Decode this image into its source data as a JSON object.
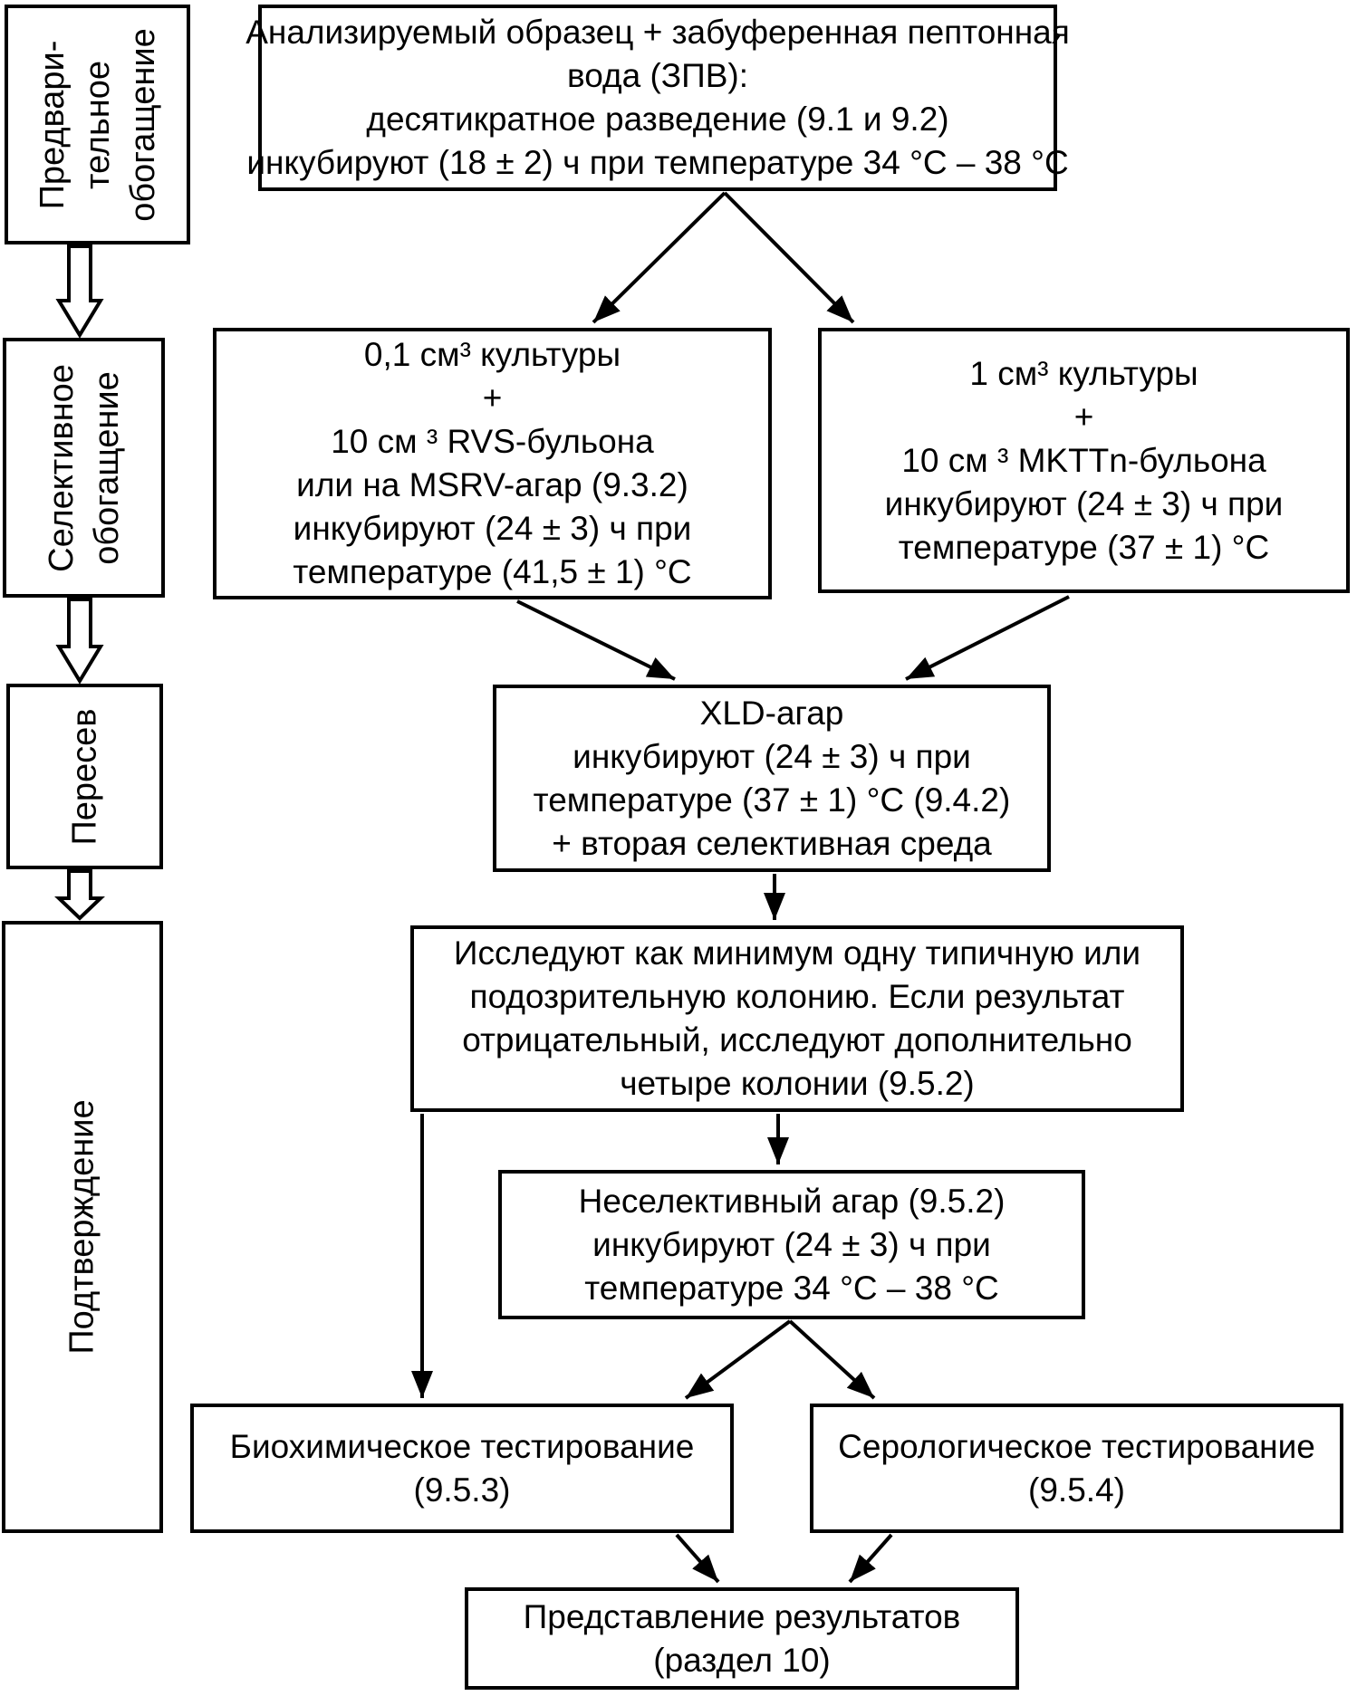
{
  "diagram": {
    "title_semantic": "Salmonella detection procedure flowchart",
    "colors": {
      "line": "#000000",
      "background": "#ffffff",
      "text": "#000000"
    },
    "stages": {
      "pre_enrichment": {
        "lines": [
          "Предвари-",
          "тельное",
          "обогащение"
        ]
      },
      "selective_enrichment": {
        "lines": [
          "Селективное",
          "обогащение"
        ]
      },
      "subculture": {
        "lines": [
          "Пересев"
        ]
      },
      "confirmation": {
        "lines": [
          "Подтверждение"
        ]
      }
    },
    "boxes": {
      "sample": {
        "lines": [
          "Анализируемый образец + забуференная пептонная",
          "вода (ЗПВ):",
          "десятикратное разведение (9.1 и 9.2)",
          "инкубируют (18 ± 2) ч при температуре 34 °C – 38 °C"
        ]
      },
      "rvs": {
        "lines": [
          "0,1 см³ культуры",
          "+",
          "10 см ³ RVS-бульона",
          "или на MSRV-агар (9.3.2)",
          "инкубируют (24 ± 3) ч при",
          "температуре (41,5 ± 1) °C"
        ]
      },
      "mkttn": {
        "lines": [
          "1 см³ культуры",
          "+",
          "10 см ³ MKTTn-бульона",
          "инкубируют (24 ± 3) ч при",
          "температуре (37 ± 1) °C"
        ]
      },
      "xld": {
        "lines": [
          "XLD-агар",
          "инкубируют (24 ± 3) ч при",
          "температуре (37 ± 1) °C (9.4.2)",
          "+ вторая селективная среда"
        ]
      },
      "colonies": {
        "lines": [
          "Исследуют как минимум одну типичную или",
          "подозрительную колонию. Если результат",
          "отрицательный, исследуют дополнительно",
          "четыре колонии (9.5.2)"
        ]
      },
      "nonselective": {
        "lines": [
          "Неселективный агар (9.5.2)",
          "инкубируют (24 ± 3) ч при",
          "температуре 34 °C – 38 °C"
        ]
      },
      "biochemical": {
        "lines": [
          "Биохимическое тестирование",
          "(9.5.3)"
        ]
      },
      "serological": {
        "lines": [
          "Серологическое тестирование",
          "(9.5.4)"
        ]
      },
      "results": {
        "lines": [
          "Представление результатов",
          "(раздел 10)"
        ]
      }
    }
  }
}
